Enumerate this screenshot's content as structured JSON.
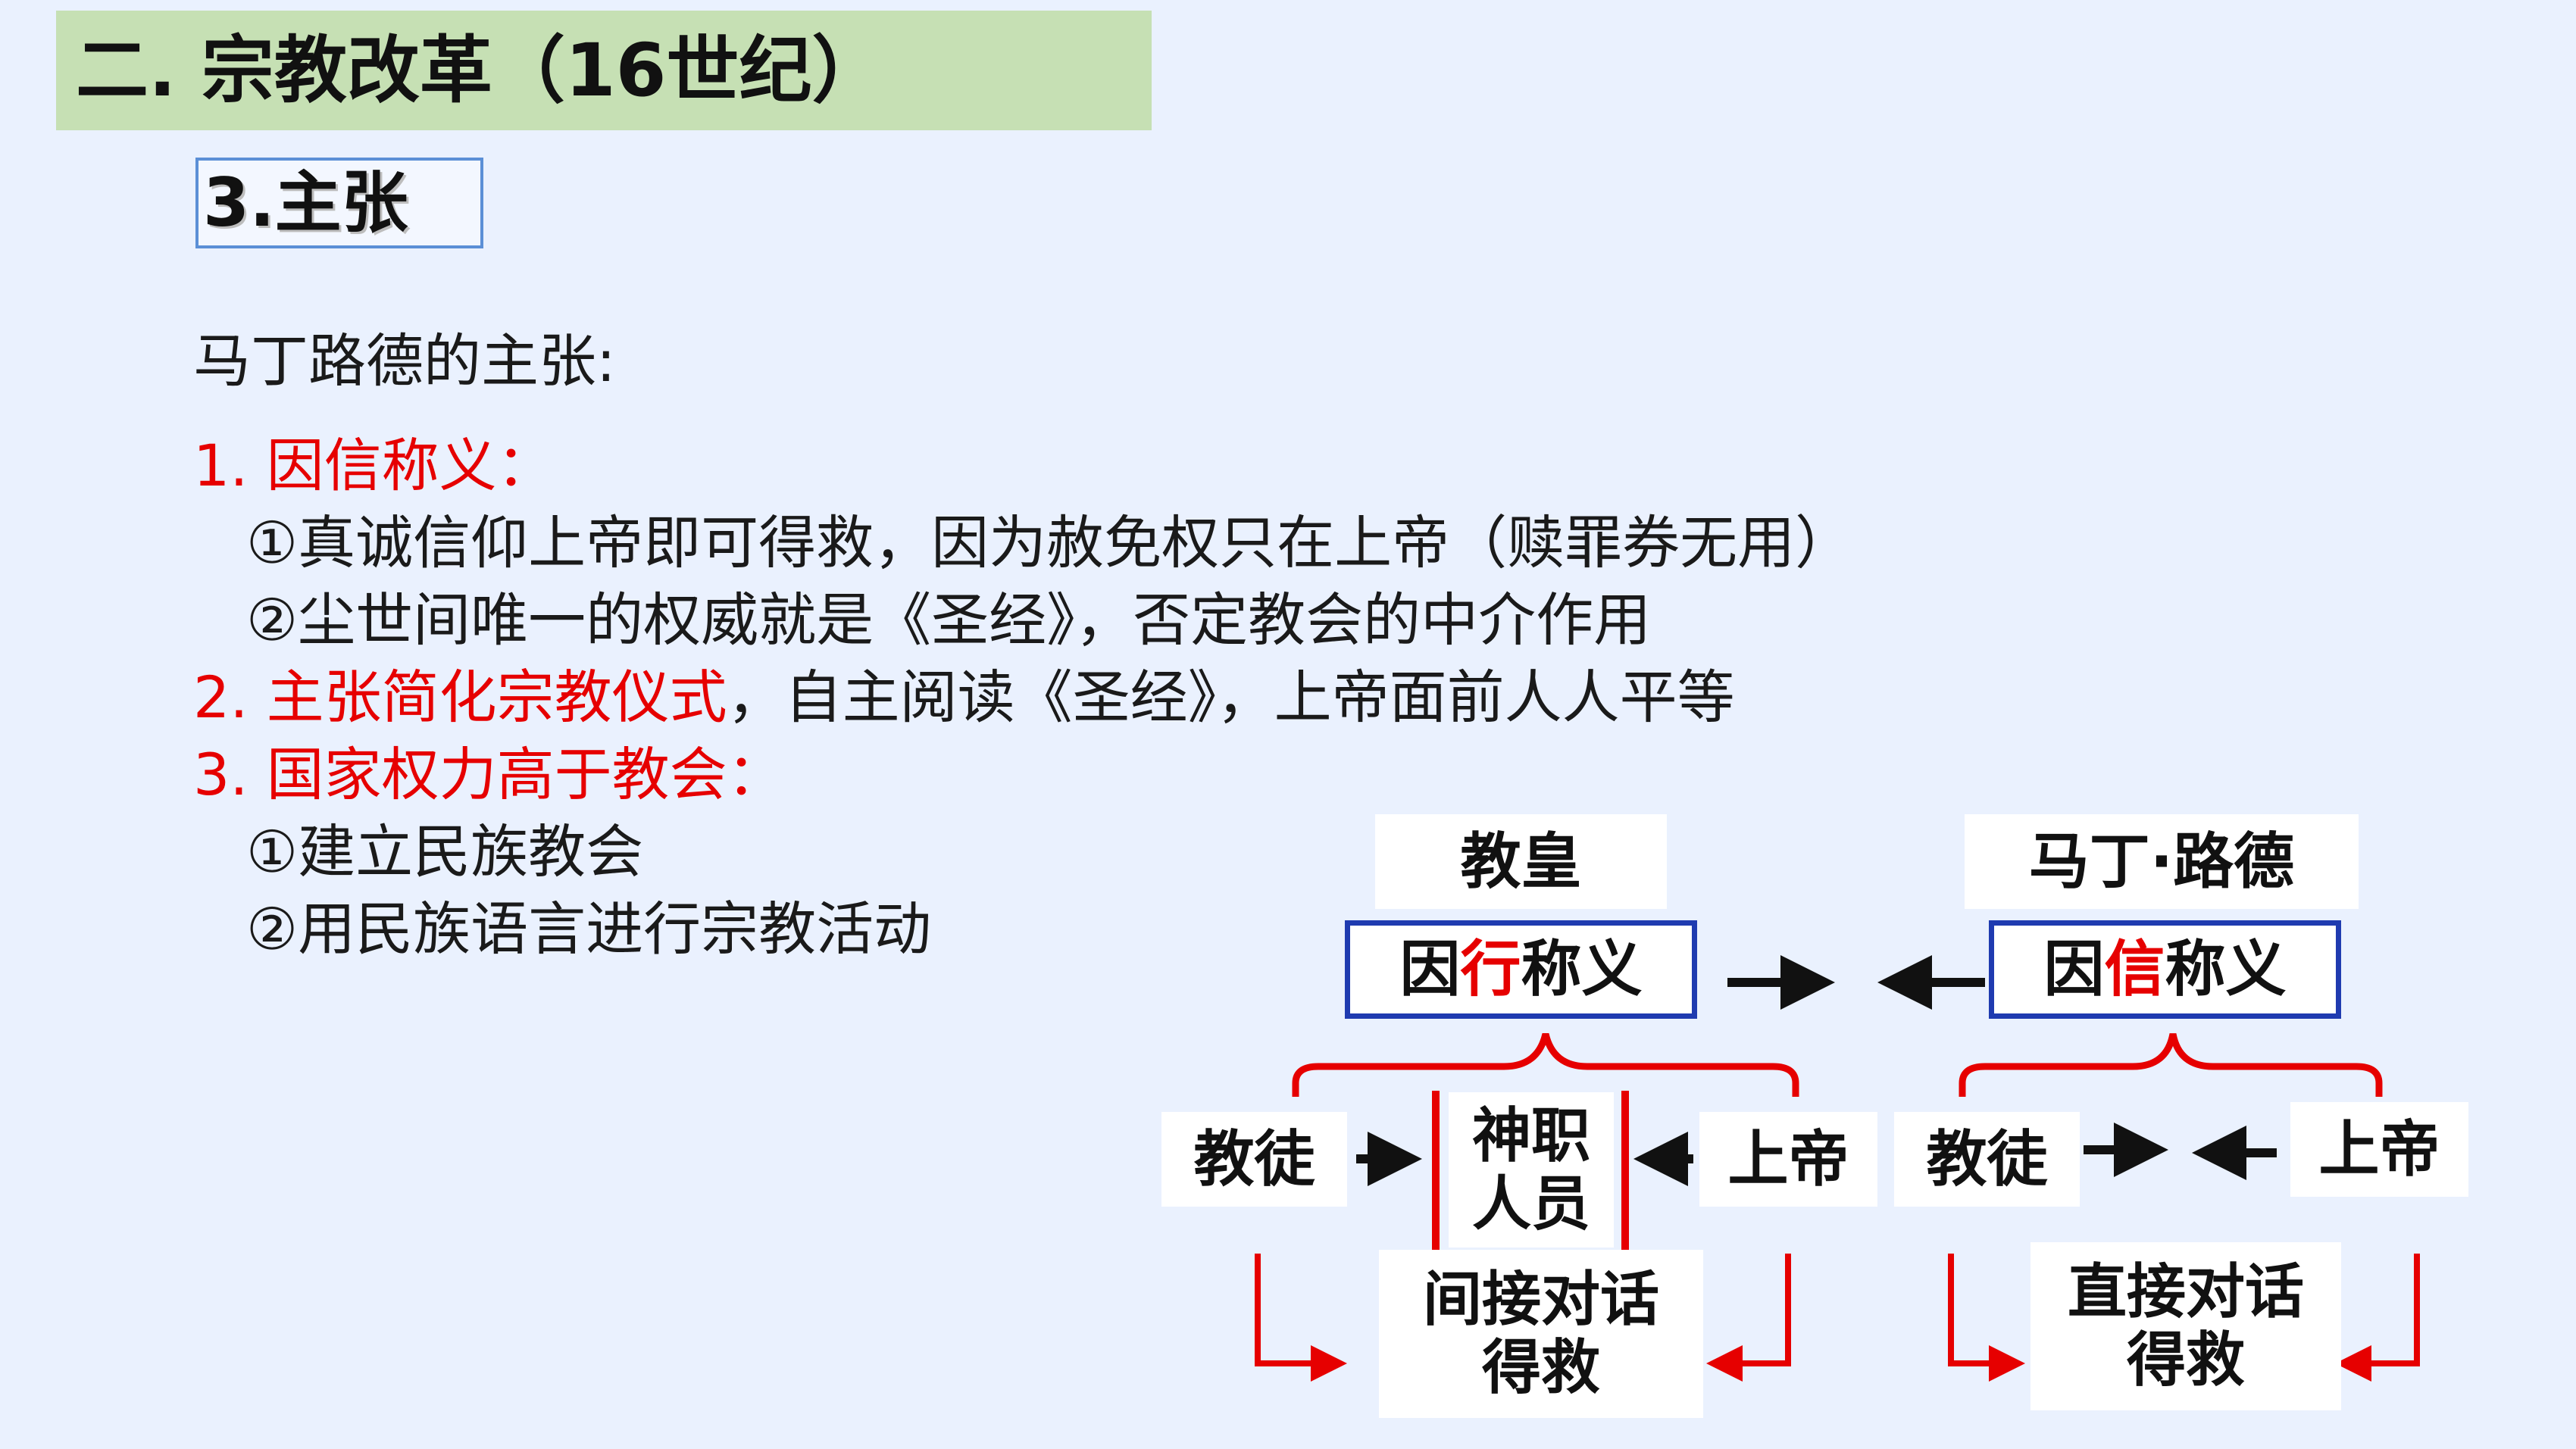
{
  "header": {
    "title": "二. 宗教改革（16世纪）",
    "subtitle": "3.主张"
  },
  "body": {
    "intro": "马丁路德的主张:",
    "p1_heading": "1.   因信称义：",
    "p1_a": "①真诚信仰上帝即可得救，因为赦免权只在上帝（赎罪券无用）",
    "p1_b": "②尘世间唯一的权威就是《圣经》，否定教会的中介作用",
    "p2_red": "2. 主张简化宗教仪式",
    "p2_rest": "，自主阅读《圣经》，上帝面前人人平等",
    "p3_heading": "3. 国家权力高于教会：",
    "p3_a": "①建立民族教会",
    "p3_b": "②用民族语言进行宗教活动"
  },
  "diagram": {
    "left": {
      "header": "教皇",
      "doctrine_pre": "因",
      "doctrine_key": "行",
      "doctrine_post": "称义",
      "believers": "教徒",
      "clergy_line1": "神职",
      "clergy_line2": "人员",
      "god": "上帝",
      "result_line1": "间接对话",
      "result_line2": "得救"
    },
    "right": {
      "header": "马丁·路德",
      "doctrine_pre": "因",
      "doctrine_key": "信",
      "doctrine_post": "称义",
      "believers": "教徒",
      "god": "上帝",
      "result_line1": "直接对话",
      "result_line2": "得救"
    },
    "colors": {
      "accent_red": "#e60000",
      "border_blue": "#1f3bb0",
      "banner_green": "#c6e0b4",
      "background": "#eaf1fe"
    }
  }
}
